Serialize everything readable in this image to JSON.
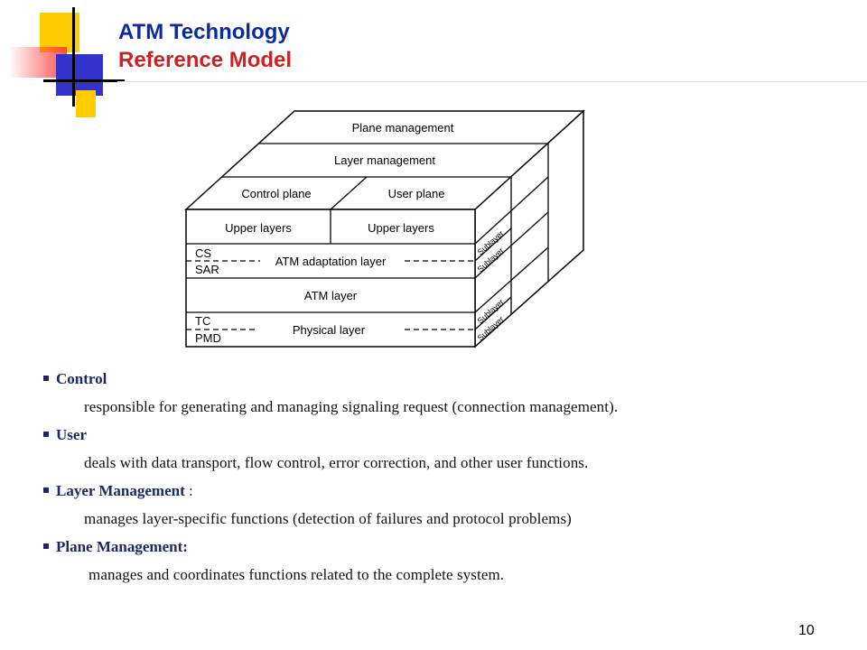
{
  "slide": {
    "title_line1": "ATM Technology",
    "title_line2": "Reference Model",
    "page_number": "10"
  },
  "diagram": {
    "plane_management": "Plane management",
    "layer_management": "Layer management",
    "control_plane": "Control plane",
    "user_plane": "User plane",
    "upper_layers_left": "Upper layers",
    "upper_layers_right": "Upper layers",
    "cs": "CS",
    "sar": "SAR",
    "atm_adaptation_layer": "ATM adaptation layer",
    "atm_layer": "ATM layer",
    "tc": "TC",
    "pmd": "PMD",
    "physical_layer": "Physical layer",
    "sublayer_1": "Sublayer",
    "sublayer_2": "Sublayer",
    "sublayer_3": "Sublayer",
    "sublayer_4": "Sublayer"
  },
  "notes": [
    {
      "heading": "Control",
      "body": "responsible for generating and managing signaling request (connection management)."
    },
    {
      "heading": "User",
      "body": "deals with data transport, flow control, error correction, and other user functions."
    },
    {
      "heading": " Layer Management",
      "heading_suffix": " :",
      "body": "manages layer-specific functions (detection of failures and protocol problems)"
    },
    {
      "heading": "Plane Management:",
      "body": "manages and coordinates functions related to the complete system."
    }
  ],
  "colors": {
    "title_primary": "#0a2ba0",
    "title_secondary": "#cc2222",
    "bullet_heading": "#1a2a66"
  }
}
